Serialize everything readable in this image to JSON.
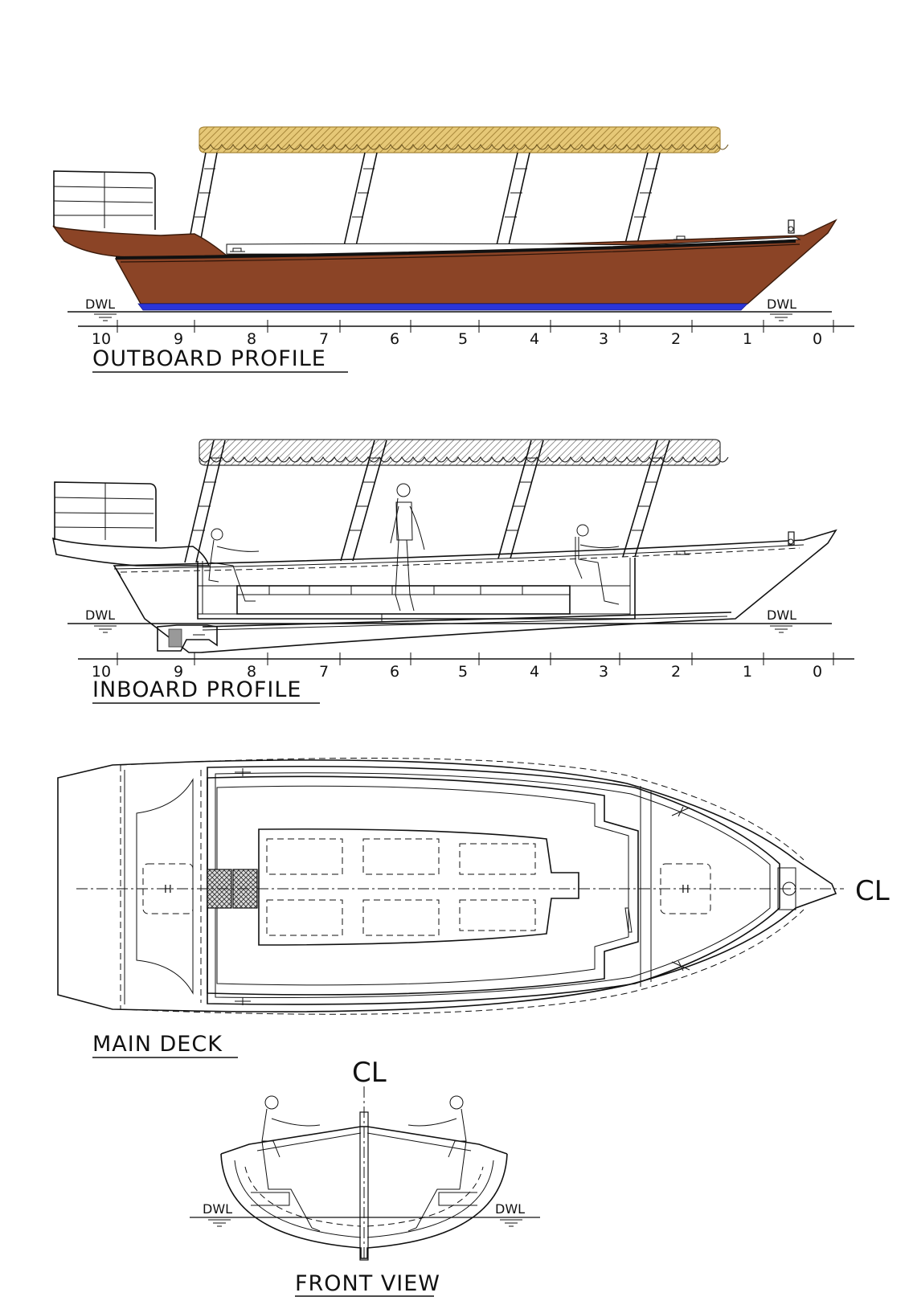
{
  "views": {
    "outboard": {
      "title": "OUTBOARD PROFILE",
      "dwl_left": "DWL",
      "dwl_right": "DWL",
      "stations": [
        "10",
        "9",
        "8",
        "7",
        "6",
        "5",
        "4",
        "3",
        "2",
        "1",
        "0"
      ]
    },
    "inboard": {
      "title": "INBOARD PROFILE",
      "dwl_left": "DWL",
      "dwl_right": "DWL",
      "stations": [
        "10",
        "9",
        "8",
        "7",
        "6",
        "5",
        "4",
        "3",
        "2",
        "1",
        "0"
      ]
    },
    "main_deck": {
      "title": "MAIN DECK",
      "centerline": "CL",
      "hatch_left": "H",
      "hatch_right": "H"
    },
    "front_view": {
      "title": "FRONT VIEW",
      "centerline": "CL",
      "dwl_left": "DWL",
      "dwl_right": "DWL"
    }
  },
  "colors": {
    "hull": "#8b4426",
    "hull_dark": "#5a2a14",
    "bottom_paint": "#2b35d8",
    "canopy": "#e1c36a",
    "canopy_edge": "#a8873a",
    "line": "#111111"
  }
}
